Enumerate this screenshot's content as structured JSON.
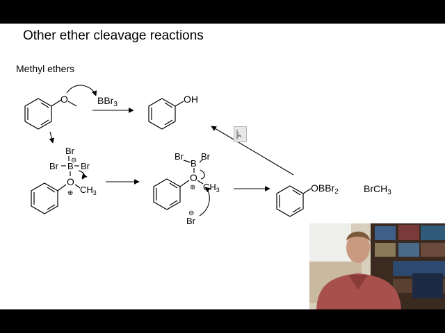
{
  "slide": {
    "title": "Other ether cleavage reactions",
    "subtitle": "Methyl ethers"
  },
  "scheme": {
    "anisole_O": "O",
    "reagent_BBr": "BBr",
    "reagent_sub": "3",
    "phenol_OH": "OH",
    "adduct_Br_top": "Br",
    "adduct_Br_left": "Br",
    "adduct_B": "B",
    "adduct_Br_right": "Br",
    "adduct_O": "O",
    "adduct_CH": "CH",
    "adduct_CH_sub": "3",
    "attack_Br_left": "Br",
    "attack_B": "B",
    "attack_Br_right": "Br",
    "attack_O": "O",
    "attack_CH": "CH",
    "attack_CH_sub": "3",
    "bromide": "Br",
    "product_OBBr": "OBBr",
    "product_sub": "2",
    "byproduct_BrCH": "BrCH",
    "byproduct_sub": "3",
    "minus_sign": "⊖",
    "plus_sign": "⊕"
  },
  "colors": {
    "letterbox": "#000000",
    "slide_background": "#ffffff",
    "ink": "#000000"
  }
}
